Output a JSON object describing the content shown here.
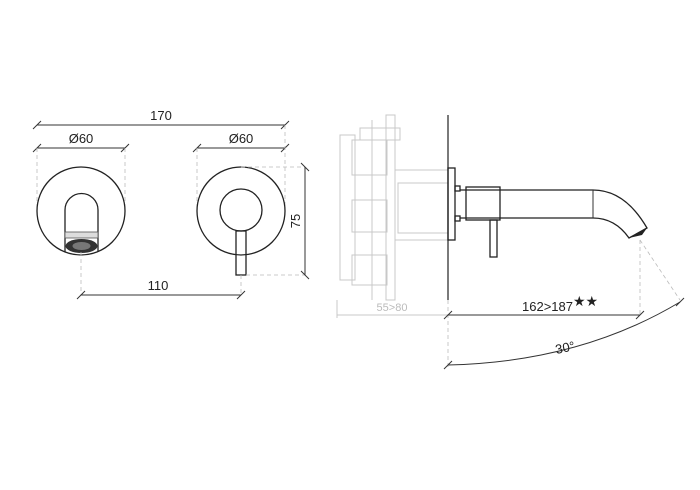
{
  "front_view": {
    "overall_width": "170",
    "left_diameter": "Ø60",
    "right_diameter": "Ø60",
    "center_distance": "110",
    "height": "75"
  },
  "side_view": {
    "wall_depth": "55>80",
    "spout_projection": "162>187",
    "spout_projection_mark": "★★",
    "swivel_angle": "30°"
  }
}
